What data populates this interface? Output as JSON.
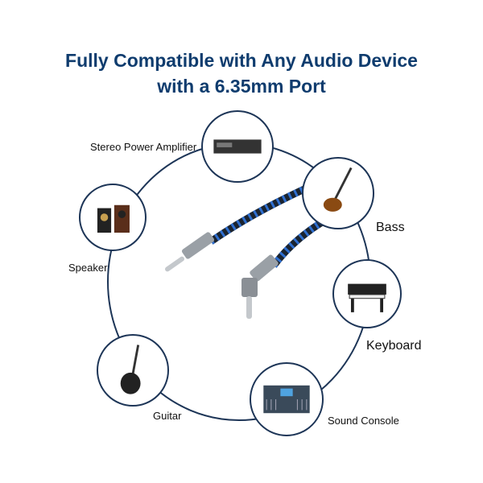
{
  "title": {
    "line1": "Fully Compatible with Any Audio Device",
    "line2": "with a 6.35mm Port"
  },
  "devices": {
    "amplifier": "Stereo Power Amplifier",
    "bass": "Bass",
    "speaker": "Speaker",
    "keyboard": "Keyboard",
    "guitar": "Guitar",
    "console": "Sound Console"
  },
  "colors": {
    "title": "#0f3c6e",
    "ring": "#1d3557"
  }
}
